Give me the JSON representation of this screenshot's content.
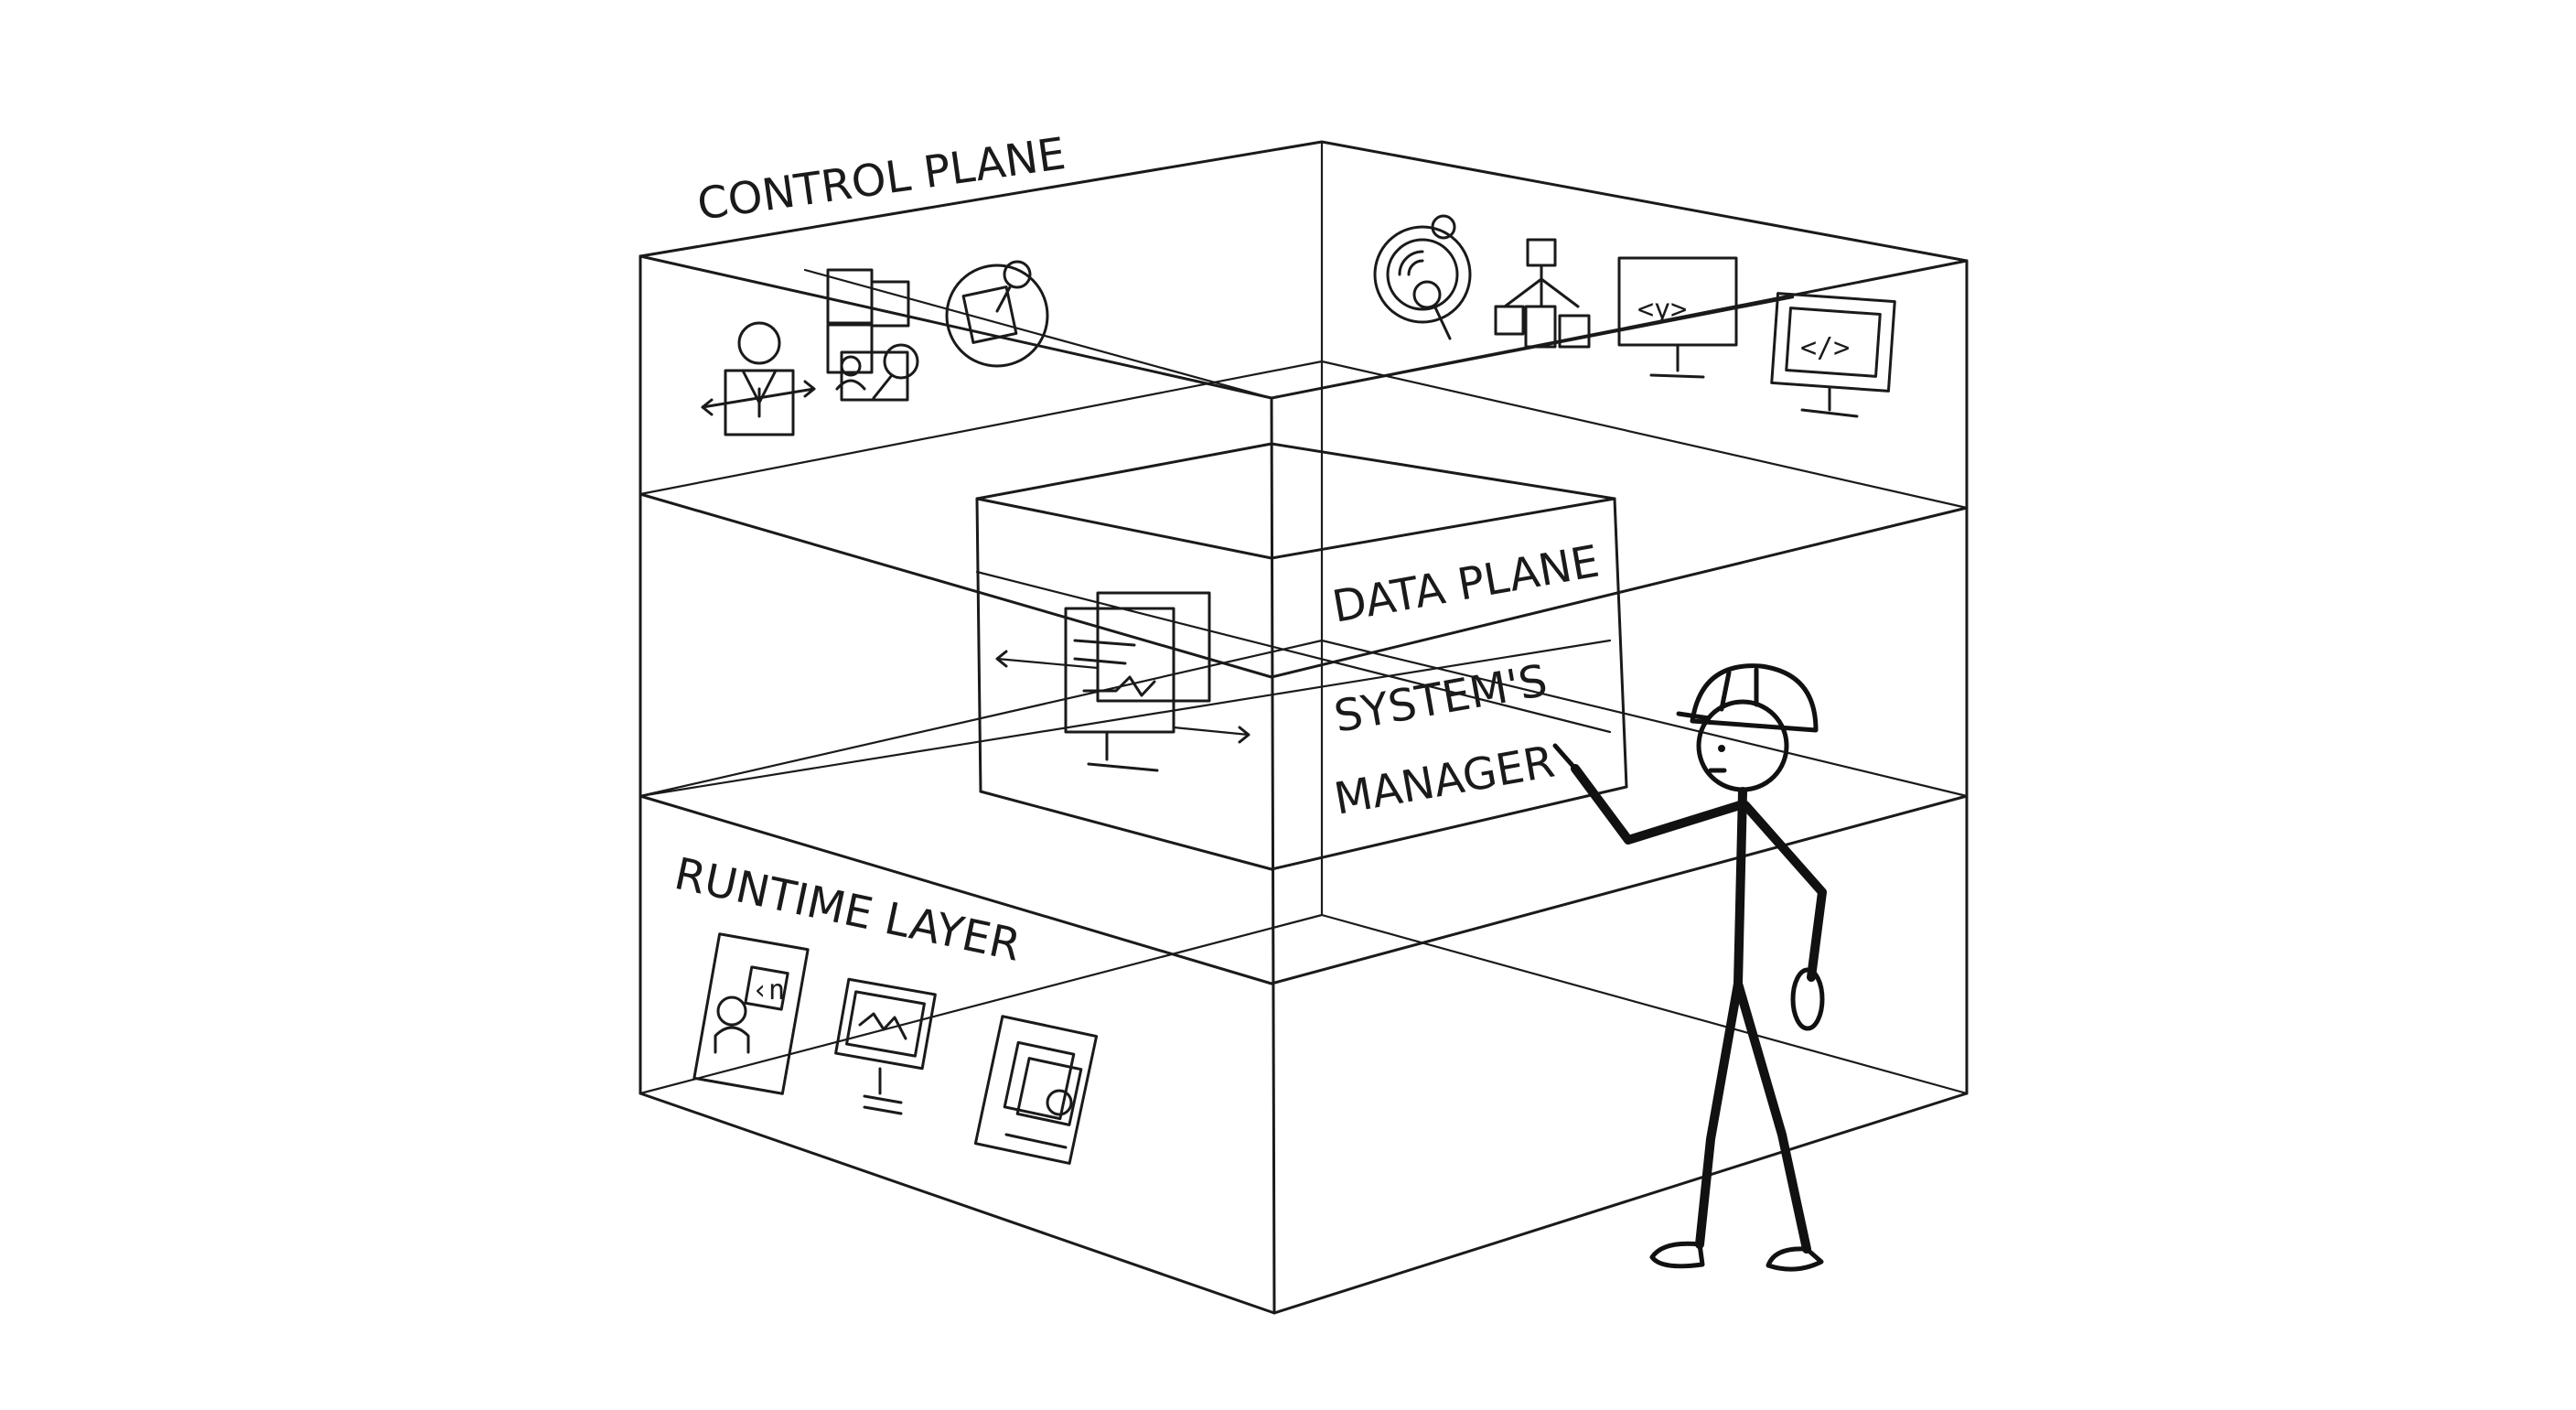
{
  "diagram": {
    "labels": {
      "control_plane": "CONTROL PLANE",
      "data_plane": "DATA PLANE",
      "systems_manager_line1": "SYSTEM'S",
      "systems_manager_line2": "MANAGER",
      "runtime_layer": "RUNTIME LAYER"
    },
    "icons": {
      "control_plane": [
        "person-with-arrows-icon",
        "stacked-windows-icon",
        "circular-target-icon",
        "radar-icon",
        "org-chart-icon",
        "code-monitor-icon",
        "code-monitor-icon"
      ],
      "data_plane": [
        "monitor-waveform-icon"
      ],
      "runtime_layer": [
        "person-chat-icon",
        "monitor-chart-icon",
        "document-window-icon"
      ]
    },
    "code_glyph_1": "<y>",
    "code_glyph_2": "</>",
    "chat_glyph": "‹n",
    "stroke_color": "#1a1a1a",
    "background_color": "#ffffff"
  }
}
